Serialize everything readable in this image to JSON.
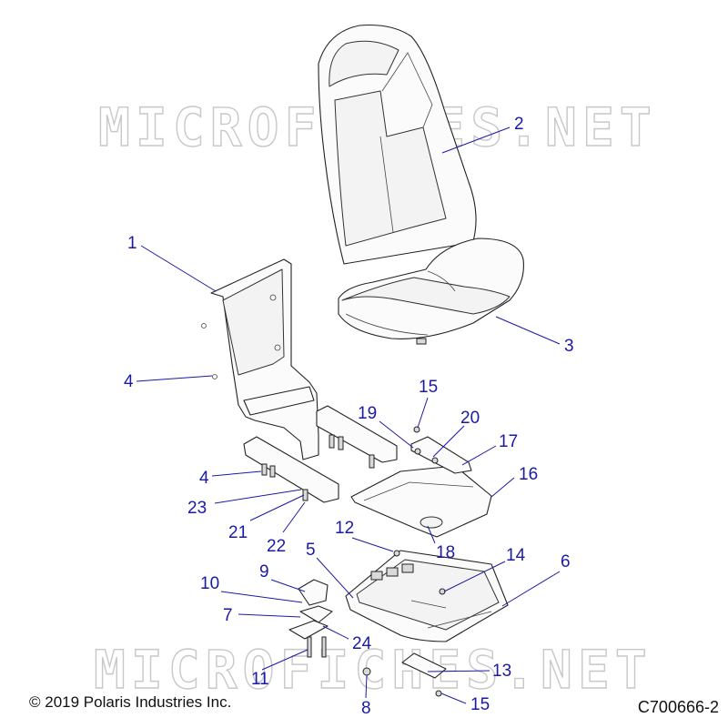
{
  "watermark": "MICROFICHES.NET",
  "copyright": "© 2019 Polaris Industries Inc.",
  "drawing_number": "C700666-2",
  "callouts": [
    "1",
    "2",
    "3",
    "4",
    "4",
    "5",
    "6",
    "7",
    "8",
    "9",
    "10",
    "11",
    "12",
    "13",
    "14",
    "15",
    "15",
    "16",
    "17",
    "18",
    "19",
    "20",
    "21",
    "22",
    "23",
    "24"
  ],
  "colors": {
    "callout": "#1a1aa6",
    "linework": "#222222",
    "watermark": "#c8c8c8"
  }
}
